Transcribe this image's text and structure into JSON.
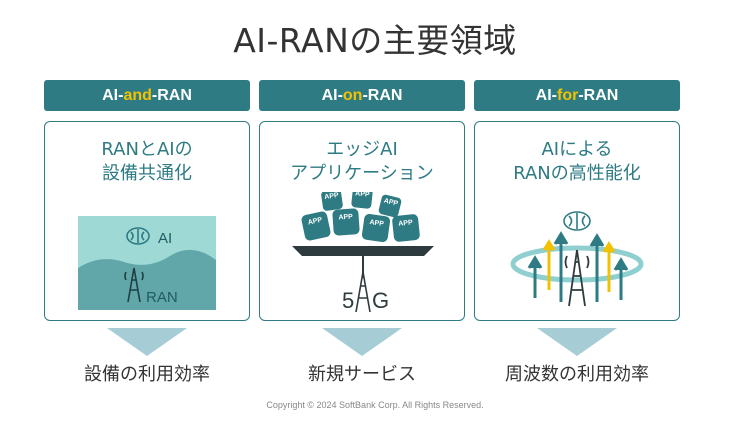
{
  "title": "AI-RANの主要領域",
  "columns": [
    {
      "header_pre": "AI-",
      "header_mid": "and",
      "header_post": "-RAN",
      "caption_line1": "RANとAIの",
      "caption_line2": "設備共通化",
      "ai_label": "AI",
      "ran_label": "RAN",
      "result": "設備の利用効率"
    },
    {
      "header_pre": "AI-",
      "header_mid": "on",
      "header_post": "-RAN",
      "caption_line1": "エッジAI",
      "caption_line2": "アプリケーション",
      "app_label": "APP",
      "fiveg_5": "5",
      "fiveg_g": "G",
      "result": "新規サービス"
    },
    {
      "header_pre": "AI-",
      "header_mid": "for",
      "header_post": "-RAN",
      "caption_line1": "AIによる",
      "caption_line2": "RANの高性能化",
      "result": "周波数の利用効率"
    }
  ],
  "colors": {
    "teal": "#2e7b84",
    "accent": "#f2c200",
    "arrow": "#a6cdd6",
    "panel": "#9fd9d6"
  },
  "copyright": "Copyright © 2024 SoftBank Corp. All Rights Reserved."
}
